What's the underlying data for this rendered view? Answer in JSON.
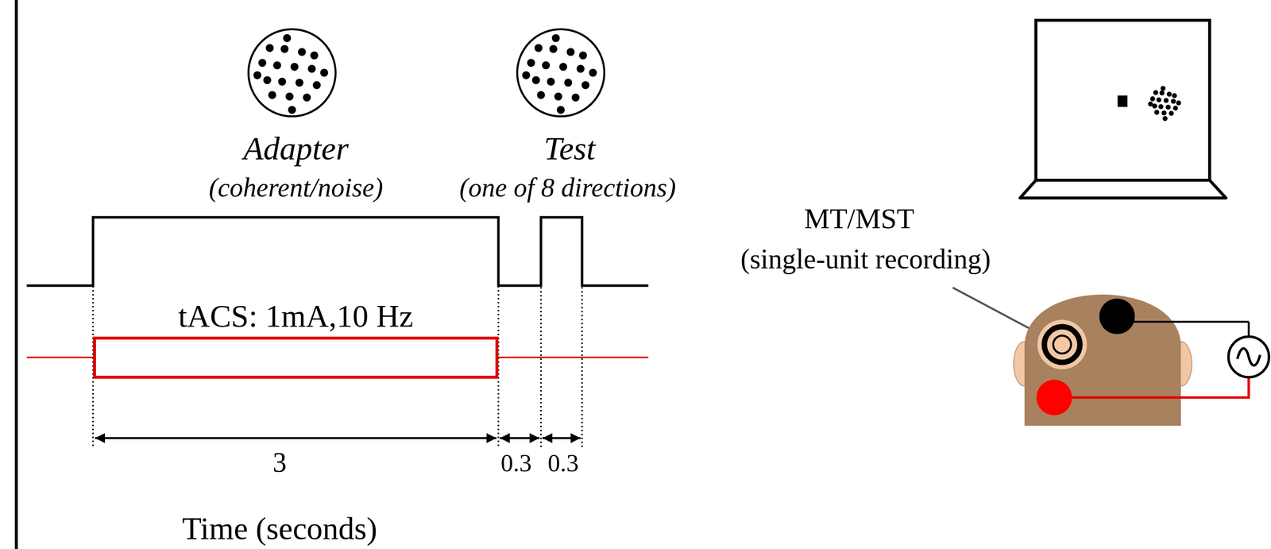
{
  "diagram": {
    "nodes": [
      {
        "text": [
          "tACS: 1mA,10 Hz"
        ]
      }
    ],
    "labels": [
      "Adapter",
      "(coherent/noise)",
      "Test",
      "(one of 8 directions)",
      "MT/MST",
      "(single-unit recording)",
      "3",
      "0.3",
      "0.3",
      "Time (seconds)"
    ]
  }
}
